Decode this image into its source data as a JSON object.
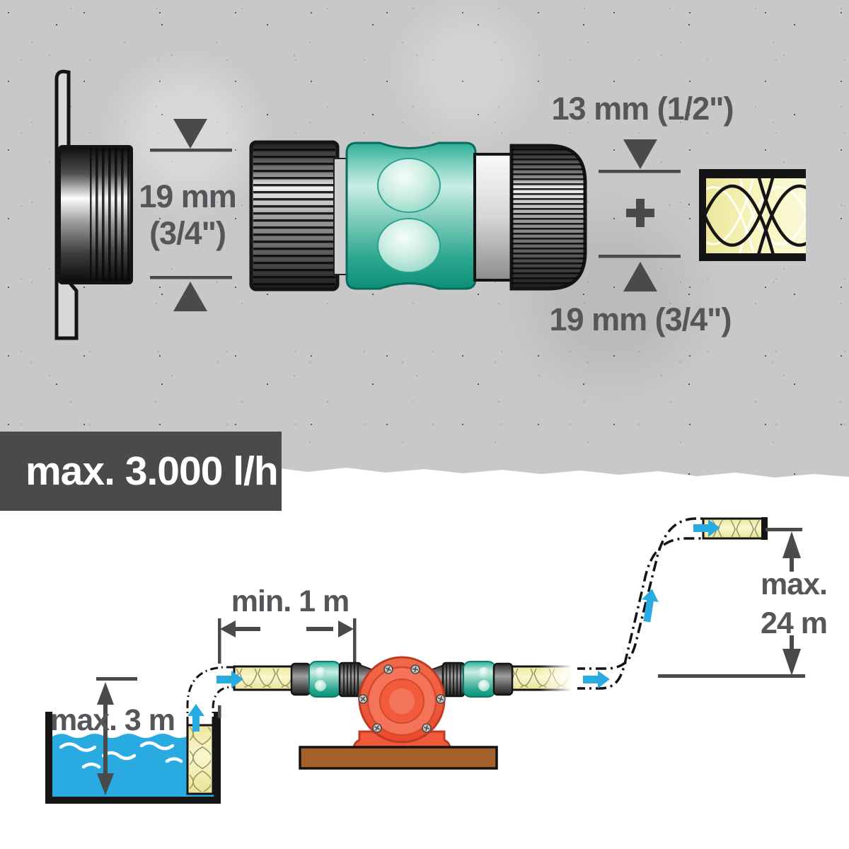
{
  "colors": {
    "concrete": "#c8c8c8",
    "banner_bg": "#4a4a48",
    "banner_text": "#ffffff",
    "dimension_gray": "#4a4a4c",
    "text_gray": "#55565a",
    "connector_teal": "#2aa890",
    "hose_yellow": "#f5f1a8",
    "water_blue": "#29abe2",
    "flow_arrow_blue": "#29abe2",
    "pump_orange": "#f15a3a",
    "wood_brown": "#a4612b"
  },
  "icons": {
    "dimension_arrow": "solid-triangle",
    "plus": "plus-cross",
    "flow_arrow": "blue-flow-arrow"
  },
  "top_section": {
    "tap_dimension": {
      "line1": "19 mm",
      "line2": "(3/4\")"
    },
    "hose_dimension_top": "13 mm (1/2\")",
    "hose_dimension_bottom": "19 mm (3/4\")"
  },
  "flow_banner": {
    "label": "max. 3.000 l/h"
  },
  "bottom_section": {
    "suction_depth_label": "max. 3 m",
    "pump_distance_label": "min. 1 m",
    "delivery_head_line1": "max.",
    "delivery_head_line2": "24 m"
  }
}
